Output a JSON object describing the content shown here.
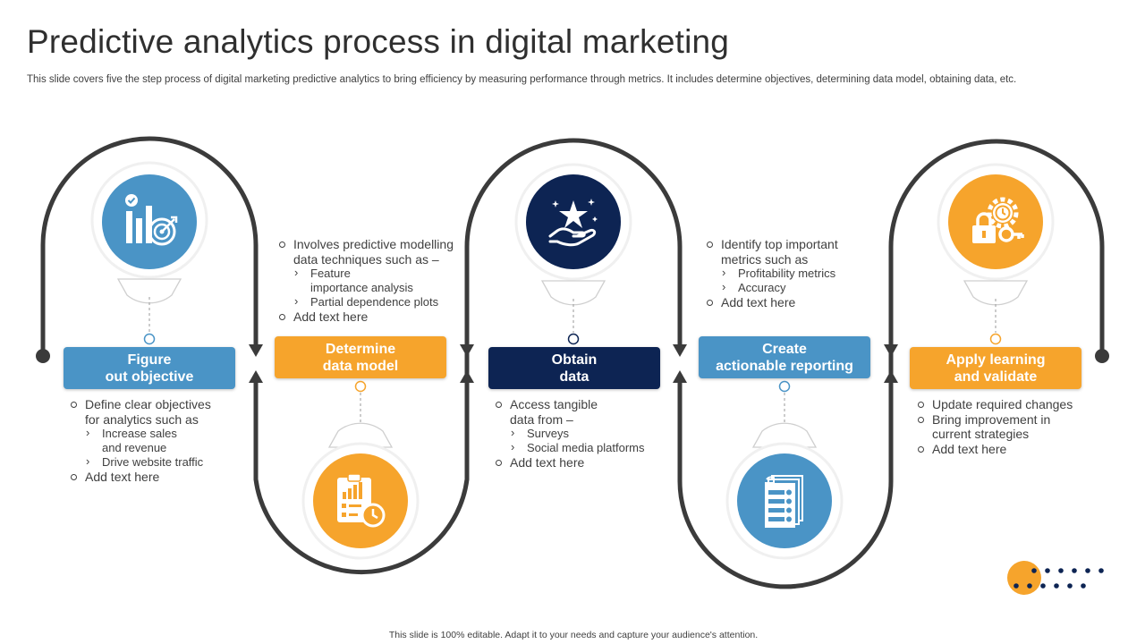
{
  "title": "Predictive analytics process in digital marketing",
  "subtitle": "This slide covers five the step process of digital marketing predictive analytics to bring efficiency by measuring performance through metrics. It includes determine objectives, determining data model, obtaining data, etc.",
  "footer": "This slide is 100% editable. Adapt it to your needs and capture your audience's attention.",
  "colors": {
    "light_blue": "#4a94c6",
    "orange": "#f6a42c",
    "navy": "#0d2453",
    "track": "#3b3b3b"
  },
  "steps": [
    {
      "label": "Figure\nout objective",
      "color": "#4a94c6",
      "icon": "bar-chart-target-icon",
      "bullets": [
        "Define clear objectives",
        "for analytics such as",
        "Increase sales",
        "and revenue",
        "Drive  website traffic",
        "Add text here"
      ]
    },
    {
      "label": "Determine\ndata model",
      "color": "#f6a42c",
      "icon": "clipboard-chart-clock-icon",
      "bullets": [
        "Involves predictive modelling",
        "data techniques such as –",
        "Feature",
        "importance analysis",
        "Partial dependence  plots",
        "Add text here"
      ]
    },
    {
      "label": "Obtain\ndata",
      "color": "#0d2453",
      "icon": "hand-star-icon",
      "bullets": [
        "Access tangible",
        "data from –",
        "Surveys",
        "Social media platforms",
        "Add text here"
      ]
    },
    {
      "label": "Create\nactionable reporting",
      "color": "#4a94c6",
      "icon": "checklist-documents-icon",
      "bullets": [
        "Identify top important",
        "metrics such as",
        "Profitability metrics",
        "Accuracy",
        "Add text here"
      ]
    },
    {
      "label": "Apply learning\nand validate",
      "color": "#f6a42c",
      "icon": "gear-lock-key-icon",
      "bullets": [
        "Update required changes",
        "Bring improvement in",
        "current strategies",
        "Add text here"
      ]
    }
  ]
}
